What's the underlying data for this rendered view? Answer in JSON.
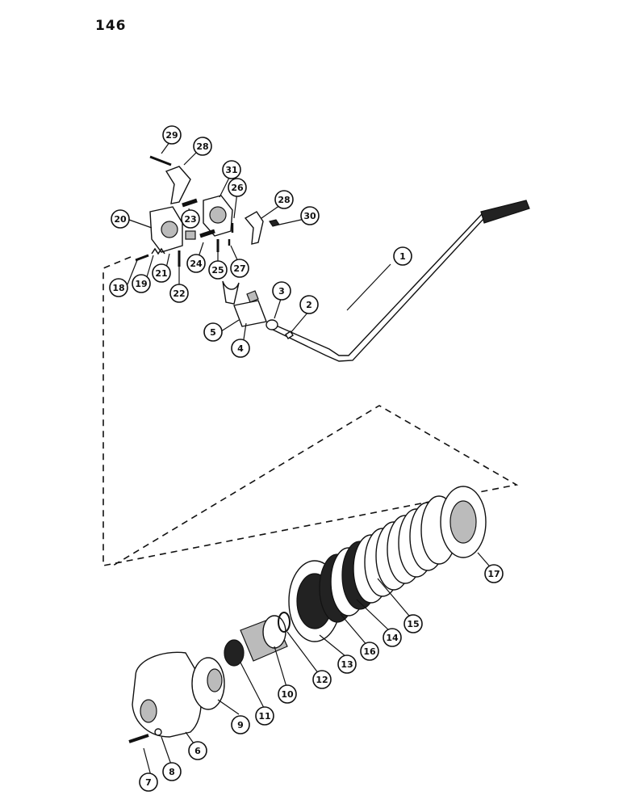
{
  "page": {
    "number": "146"
  },
  "colors": {
    "ink": "#111111",
    "paper": "#ffffff"
  },
  "callouts": [
    {
      "label": "1"
    },
    {
      "label": "2"
    },
    {
      "label": "3"
    },
    {
      "label": "4"
    },
    {
      "label": "5"
    },
    {
      "label": "6"
    },
    {
      "label": "7"
    },
    {
      "label": "8"
    },
    {
      "label": "9"
    },
    {
      "label": "10"
    },
    {
      "label": "11"
    },
    {
      "label": "12"
    },
    {
      "label": "13"
    },
    {
      "label": "14"
    },
    {
      "label": "15"
    },
    {
      "label": "16"
    },
    {
      "label": "17"
    },
    {
      "label": "18"
    },
    {
      "label": "19"
    },
    {
      "label": "20"
    },
    {
      "label": "21"
    },
    {
      "label": "22"
    },
    {
      "label": "23"
    },
    {
      "label": "24"
    },
    {
      "label": "25"
    },
    {
      "label": "26"
    },
    {
      "label": "27"
    },
    {
      "label": "28"
    },
    {
      "label": "28"
    },
    {
      "label": "29"
    },
    {
      "label": "30"
    },
    {
      "label": "31"
    }
  ]
}
